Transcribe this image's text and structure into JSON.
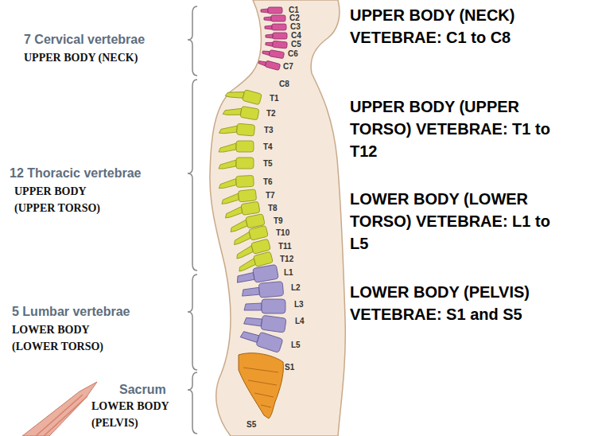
{
  "diagram": {
    "labels": [
      "7 Cervical vertebrae",
      "UPPER BODY (NECK)",
      "12 Thoracic vertebrae",
      "UPPER BODY (UPPER TORSO)",
      "5 Lumbar vertebrae",
      "LOWER BODY (LOWER TORSO)",
      "Sacrum",
      "LOWER BODY (PELVIS)",
      "C1",
      "C2",
      "C3",
      "C4",
      "C5",
      "C6",
      "C7",
      "C8",
      "T1",
      "T2",
      "T3",
      "T4",
      "T5",
      "T6",
      "T7",
      "T8",
      "T9",
      "T10",
      "T11",
      "T12",
      "L1",
      "L2",
      "L3",
      "L4",
      "L5",
      "S1",
      "S5",
      "UPPER BODY (NECK) VETEBRAE: C1 to C8",
      "UPPER BODY (UPPER TORSO) VETEBRAE: T1 to T12",
      "LOWER BODY (LOWER TORSO) VETEBRAE: L1 to L5",
      "LOWER BODY (PELVIS) VETEBRAE: S1 and S5"
    ]
  }
}
